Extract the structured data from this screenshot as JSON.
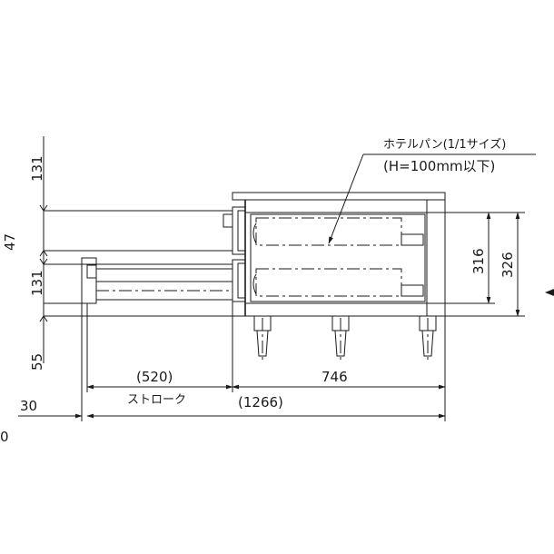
{
  "callout": {
    "line1": "ホテルパン(1/1サイズ)",
    "line2": "(H=100mm以下)"
  },
  "dimensions": {
    "d131_top": "131",
    "d47": "47",
    "d131_mid": "131",
    "d55": "55",
    "d316": "316",
    "d326": "326",
    "d520": "(520)",
    "stroke": "ストローク",
    "d746": "746",
    "d1266": "(1266)",
    "d30": "30",
    "edge_mark": "0"
  }
}
